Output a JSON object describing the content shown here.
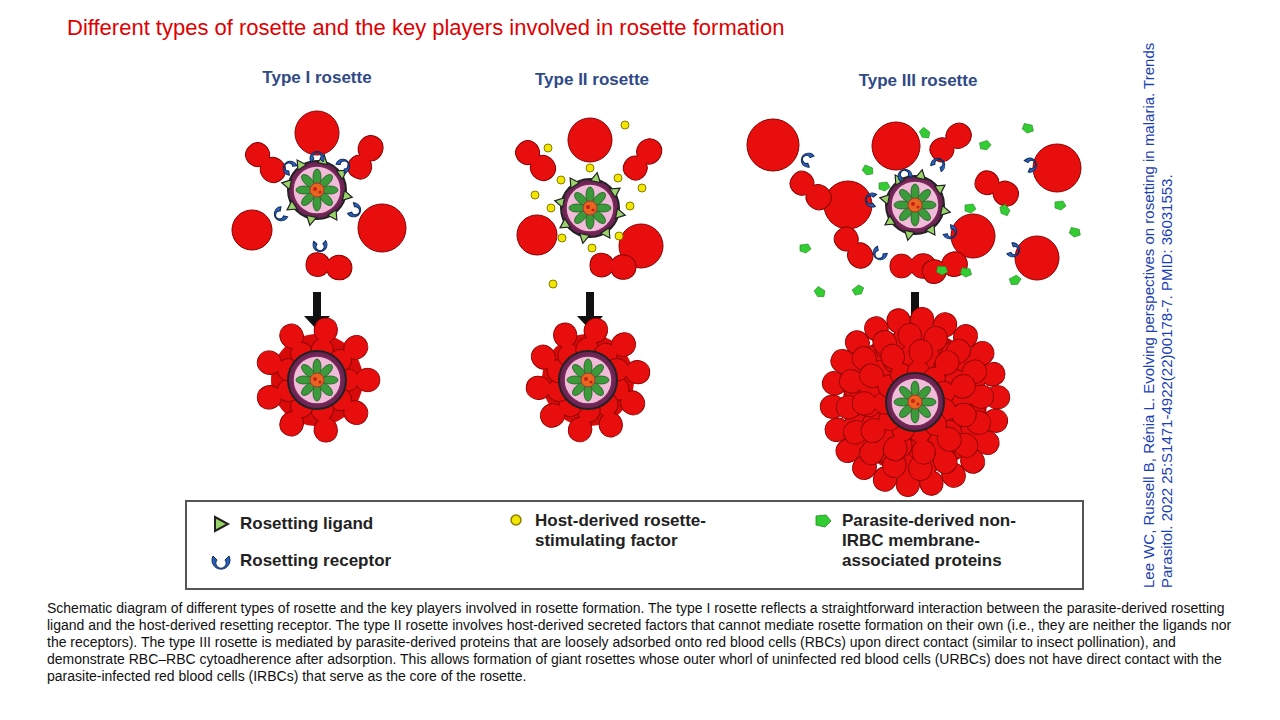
{
  "diagram": {
    "title": "Different types of rosette and the key players involved in rosette formation",
    "caption": "Schematic diagram of different types of rosette and the key players involved in rosette formation. The type I rosette reflects a straightforward interaction between the parasite-derived rosetting ligand and the host-derived resetting receptor. The type II rosette involves host-derived secreted factors that cannot mediate rosette formation on their own (i.e., they are neither the ligands nor the receptors). The type III rosette is mediated by parasite-derived proteins that are loosely adsorbed onto red blood cells (RBCs) upon direct contact (similar to insect pollination), and demonstrate RBC–RBC cytoadherence after adsorption. This allows formation of giant rosettes whose outer whorl of uninfected red blood cells (URBCs) does not have direct contact with the parasite-infected red blood cells (IRBCs) that serve as the core of the rosette.",
    "labels": [
      "Type I rosette",
      "Type II rosette",
      "Type III rosette",
      "Lee WC, Russell B, Rénia L. Evolving perspectives on rosetting in malaria. Trends Parasitol. 2022 25:S1471-4922(22)00178-7. PMID: 36031553."
    ],
    "legend": [
      {
        "text": "Rosetting ligand"
      },
      {
        "text": "Rosetting receptor"
      },
      {
        "text": "Host-derived rosette-stimulating factor",
        "color": "#f2e600"
      },
      {
        "text": "Parasite-derived non-IRBC membrane-associated proteins",
        "color": "#33cc33"
      }
    ]
  }
}
